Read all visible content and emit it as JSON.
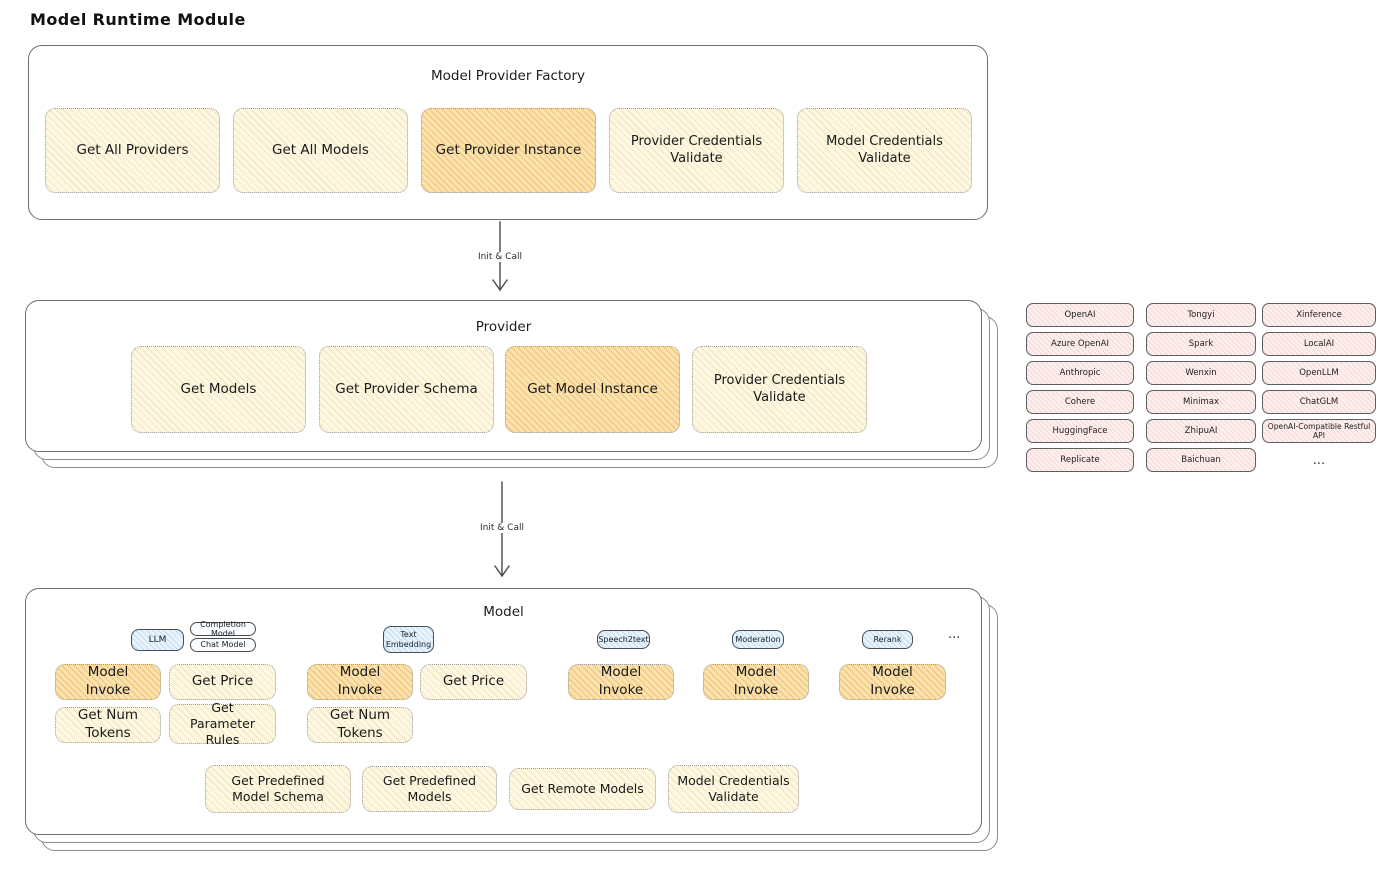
{
  "page_title": "Model Runtime Module",
  "colors": {
    "node_yellow": "#fdf8e6",
    "node_highlight": "#f9e3b2",
    "badge_blue": "#e9f3fc",
    "chip_pink": "#fdf1f0",
    "box_border": "#6e6e6e"
  },
  "arrows": {
    "init_call_1": "Init & Call",
    "init_call_2": "Init & Call"
  },
  "factory": {
    "title": "Model Provider Factory",
    "buttons": [
      {
        "label": "Get All Providers",
        "highlighted": false
      },
      {
        "label": "Get All Models",
        "highlighted": false
      },
      {
        "label": "Get Provider Instance",
        "highlighted": true
      },
      {
        "label": "Provider Credentials Validate",
        "highlighted": false
      },
      {
        "label": "Model Credentials Validate",
        "highlighted": false
      }
    ]
  },
  "provider": {
    "title": "Provider",
    "buttons": [
      {
        "label": "Get Models",
        "highlighted": false
      },
      {
        "label": "Get Provider Schema",
        "highlighted": false
      },
      {
        "label": "Get Model Instance",
        "highlighted": true
      },
      {
        "label": "Provider Credentials Validate",
        "highlighted": false
      }
    ]
  },
  "providers_list": {
    "columns": [
      [
        "OpenAI",
        "Azure OpenAI",
        "Anthropic",
        "Cohere",
        "HuggingFace",
        "Replicate"
      ],
      [
        "Tongyi",
        "Spark",
        "Wenxin",
        "Minimax",
        "ZhipuAI",
        "Baichuan"
      ],
      [
        "Xinference",
        "LocalAI",
        "OpenLLM",
        "ChatGLM",
        "OpenAI-Compatible Restful API",
        "..."
      ]
    ]
  },
  "model": {
    "title": "Model",
    "groups": [
      {
        "types": [
          "LLM",
          "Completion Model",
          "Chat Model"
        ],
        "buttons": [
          "Model Invoke",
          "Get Price",
          "Get Num Tokens",
          "Get Parameter Rules"
        ]
      },
      {
        "types": [
          "Text Embedding"
        ],
        "buttons": [
          "Model Invoke",
          "Get Price",
          "Get Num Tokens"
        ]
      },
      {
        "types": [
          "Speech2text"
        ],
        "buttons": [
          "Model Invoke"
        ]
      },
      {
        "types": [
          "Moderation"
        ],
        "buttons": [
          "Model Invoke"
        ]
      },
      {
        "types": [
          "Rerank"
        ],
        "buttons": [
          "Model Invoke"
        ]
      }
    ],
    "more": "...",
    "shared_buttons": [
      "Get Predefined Model Schema",
      "Get Predefined Models",
      "Get Remote Models",
      "Model Credentials Validate"
    ]
  }
}
